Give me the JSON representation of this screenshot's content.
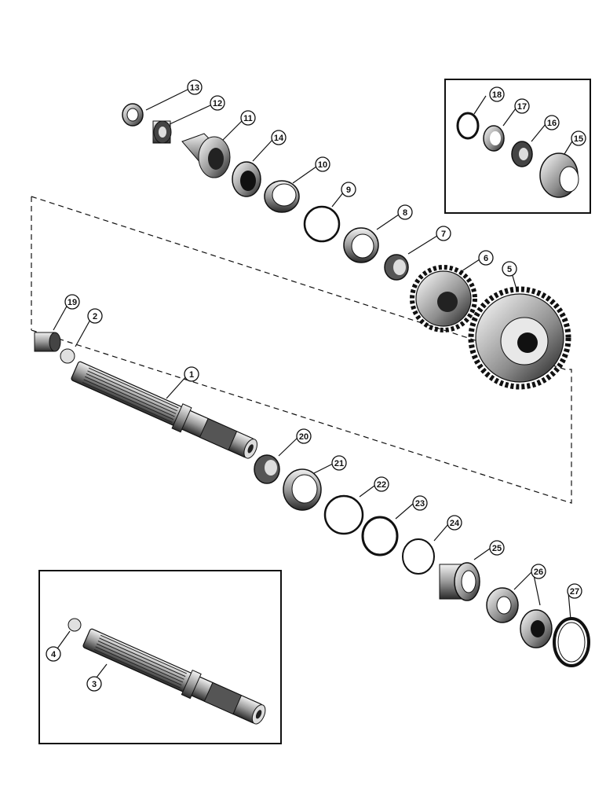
{
  "callouts": {
    "c1": "1",
    "c2": "2",
    "c3": "3",
    "c4": "4",
    "c5": "5",
    "c6": "6",
    "c7": "7",
    "c8": "8",
    "c9": "9",
    "c10": "10",
    "c11": "11",
    "c12": "12",
    "c13": "13",
    "c14": "14",
    "c15": "15",
    "c16": "16",
    "c17": "17",
    "c18": "18",
    "c19": "19",
    "c20": "20",
    "c21": "21",
    "c22": "22",
    "c23": "23",
    "c24": "24",
    "c25": "25",
    "c26": "26",
    "c27": "27"
  },
  "colors": {
    "ink": "#111111",
    "paper": "#ffffff",
    "shade": "#5a5a5a",
    "light": "#d9d9d9"
  }
}
